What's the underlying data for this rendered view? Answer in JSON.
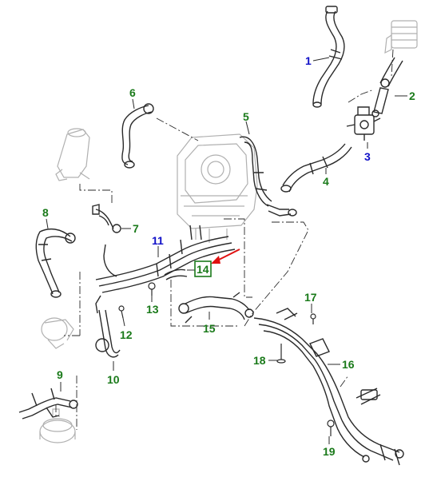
{
  "diagram": {
    "callouts": [
      {
        "id": "c1",
        "label": "1",
        "color": "#1010c8"
      },
      {
        "id": "c2",
        "label": "2",
        "color": "#1a7a1a"
      },
      {
        "id": "c3",
        "label": "3",
        "color": "#1010c8"
      },
      {
        "id": "c4",
        "label": "4",
        "color": "#1a7a1a"
      },
      {
        "id": "c5",
        "label": "5",
        "color": "#1a7a1a"
      },
      {
        "id": "c6",
        "label": "6",
        "color": "#1a7a1a"
      },
      {
        "id": "c7",
        "label": "7",
        "color": "#1a7a1a"
      },
      {
        "id": "c8",
        "label": "8",
        "color": "#1a7a1a"
      },
      {
        "id": "c9",
        "label": "9",
        "color": "#1a7a1a"
      },
      {
        "id": "c10",
        "label": "10",
        "color": "#1a7a1a"
      },
      {
        "id": "c11",
        "label": "11",
        "color": "#1010c8"
      },
      {
        "id": "c12",
        "label": "12",
        "color": "#1a7a1a"
      },
      {
        "id": "c13",
        "label": "13",
        "color": "#1a7a1a"
      },
      {
        "id": "c14",
        "label": "14",
        "color": "#1a7a1a",
        "boxed": true
      },
      {
        "id": "c15",
        "label": "15",
        "color": "#1a7a1a"
      },
      {
        "id": "c16",
        "label": "16",
        "color": "#1a7a1a"
      },
      {
        "id": "c17",
        "label": "17",
        "color": "#1a7a1a"
      },
      {
        "id": "c18",
        "label": "18",
        "color": "#1a7a1a"
      },
      {
        "id": "c19",
        "label": "19",
        "color": "#1a7a1a"
      }
    ],
    "colors": {
      "line": "#2a2a2a",
      "ghost": "#b8b8b8",
      "pointer": "#e01010",
      "box": "#1a7a1a"
    }
  }
}
